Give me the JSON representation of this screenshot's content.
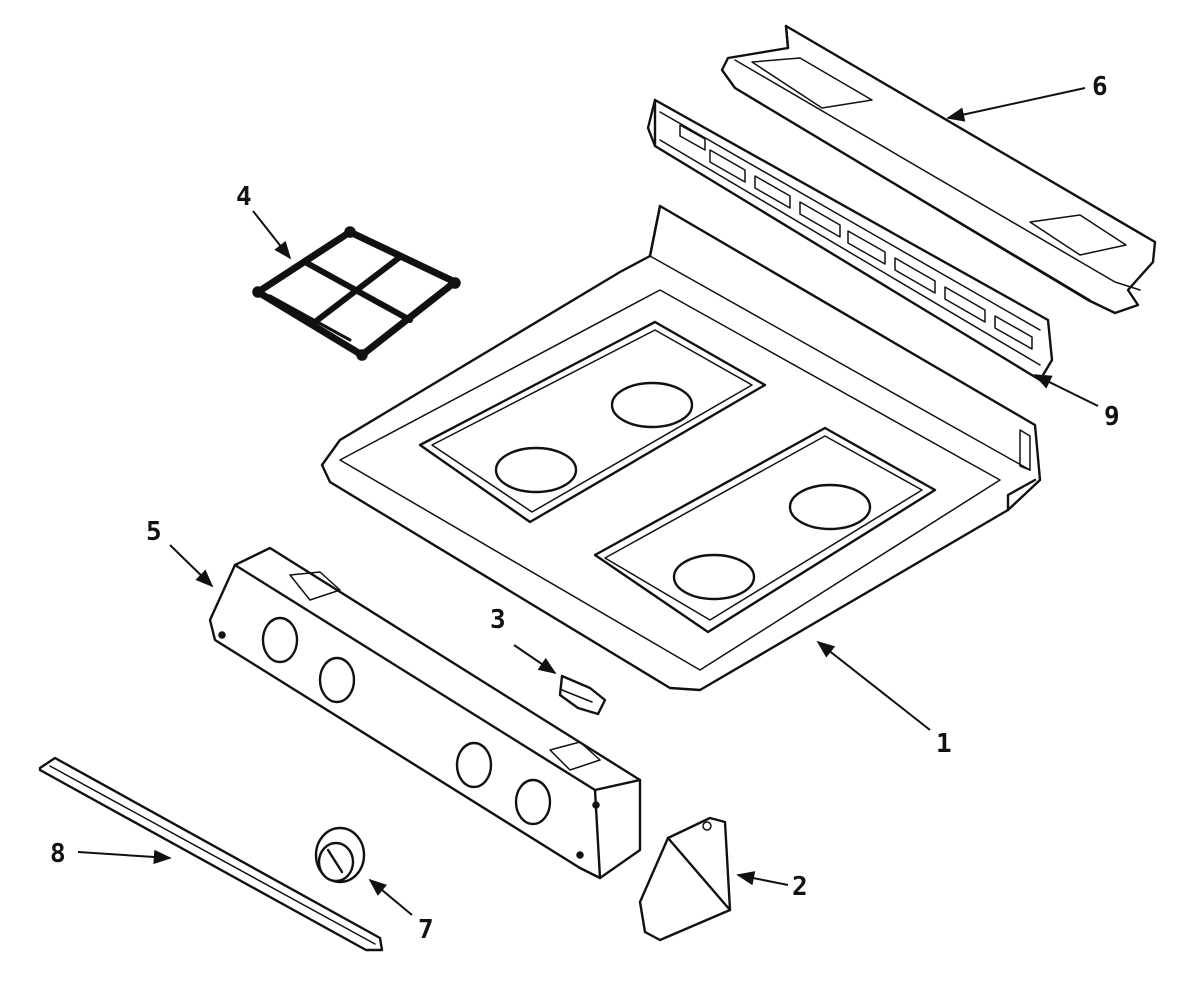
{
  "diagram": {
    "callouts": [
      {
        "id": "1",
        "label": "1"
      },
      {
        "id": "2",
        "label": "2"
      },
      {
        "id": "3",
        "label": "3"
      },
      {
        "id": "4",
        "label": "4"
      },
      {
        "id": "5",
        "label": "5"
      },
      {
        "id": "6",
        "label": "6"
      },
      {
        "id": "7",
        "label": "7"
      },
      {
        "id": "8",
        "label": "8"
      },
      {
        "id": "9",
        "label": "9"
      }
    ],
    "colors": {
      "ink": "#111111",
      "paper": "#ffffff"
    }
  }
}
